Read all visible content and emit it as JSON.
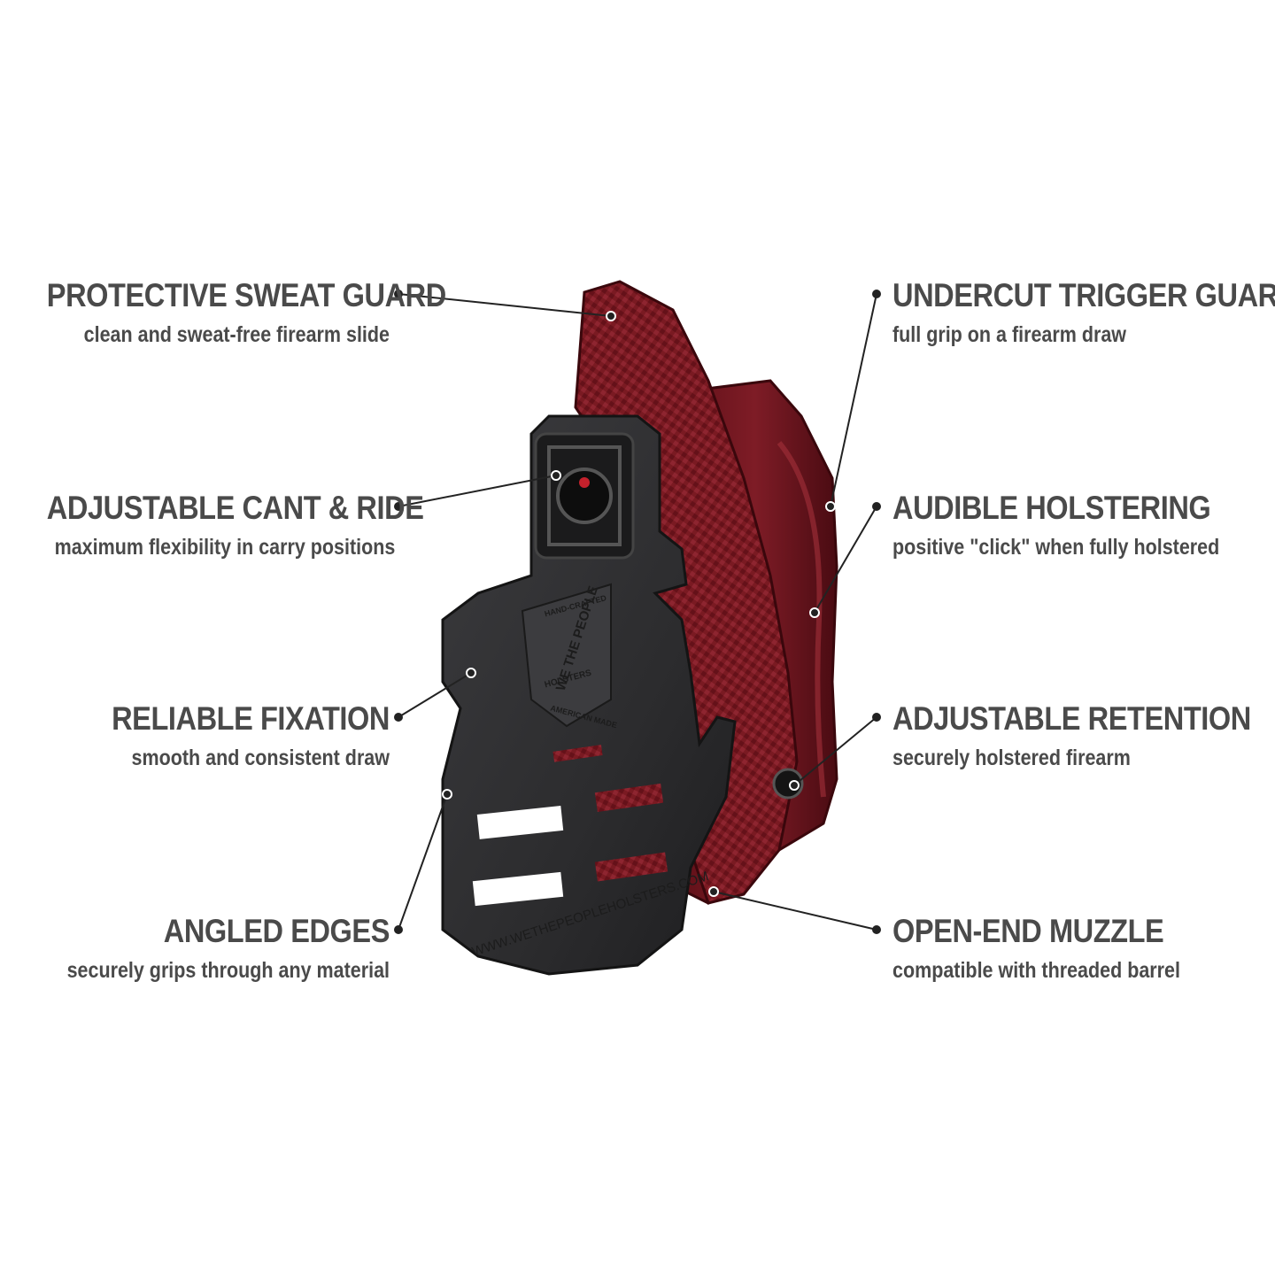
{
  "colors": {
    "text": "#4a4a4a",
    "holster_red": "#7a1a22",
    "holster_dark_red": "#4d0e14",
    "clip_black": "#2f2f31",
    "leader_line": "#222222"
  },
  "features_left": [
    {
      "title": "PROTECTIVE SWEAT GUARD",
      "desc": "clean and sweat-free firearm slide"
    },
    {
      "title": "ADJUSTABLE CANT & RIDE",
      "desc": "maximum flexibility in carry positions"
    },
    {
      "title": "RELIABLE FIXATION",
      "desc": "smooth and consistent draw"
    },
    {
      "title": "ANGLED EDGES",
      "desc": "securely grips through any material"
    }
  ],
  "features_right": [
    {
      "title": "UNDERCUT TRIGGER GUARD",
      "desc": "full grip on a firearm draw"
    },
    {
      "title": "AUDIBLE HOLSTERING",
      "desc": "positive \"click\" when fully holstered"
    },
    {
      "title": "ADJUSTABLE RETENTION",
      "desc": "securely holstered firearm"
    },
    {
      "title": "OPEN-END MUZZLE",
      "desc": "compatible with threaded barrel"
    }
  ],
  "product": {
    "logo_top": "HAND-CRAFTED",
    "logo_main": "WE THE PEOPLE",
    "logo_sub": "HOLSTERS",
    "logo_bottom": "AMERICAN MADE",
    "website": "WWW.WETHEPEOPLEHOLSTERS.COM"
  }
}
